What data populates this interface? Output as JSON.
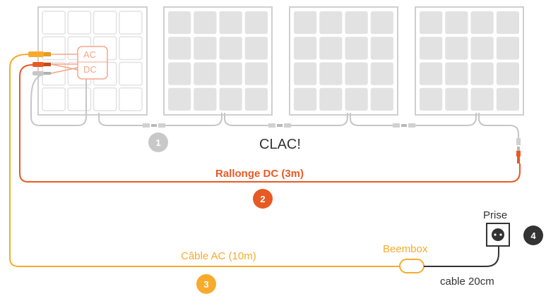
{
  "labels": {
    "ac": "AC",
    "dc": "DC",
    "clac": "CLAC!",
    "dc_extension": "Rallonge DC (3m)",
    "ac_cable": "Câble AC (10m)",
    "beembox": "Beembox",
    "outlet": "Prise",
    "short_cable": "cable 20cm"
  },
  "badges": [
    "1",
    "2",
    "3",
    "4"
  ],
  "colors": {
    "panel_frame": "#cfcfcf",
    "panel_cell": "#e2e2e2",
    "panel_cell_faded": "#f0f0f0",
    "grey_cable": "#c6c6c6",
    "dc_orange": "#e85a24",
    "ac_yellow": "#f7ab2c",
    "junction_box": "#f5a58a",
    "dark": "#333333",
    "badge_grey": "#c8c8c8"
  }
}
